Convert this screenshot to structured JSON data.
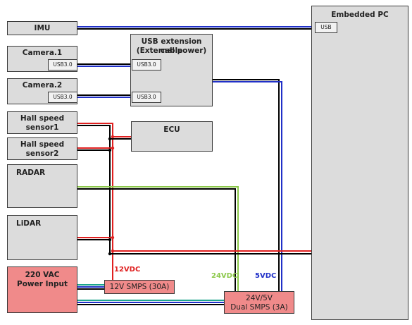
{
  "embedded_pc": {
    "title": "Embedded PC",
    "port": "USB"
  },
  "imu": {
    "title": "IMU"
  },
  "camera1": {
    "title": "Camera.1",
    "port": "USB3.0"
  },
  "camera2": {
    "title": "Camera.2",
    "port": "USB3.0"
  },
  "usb_ext": {
    "title_line1": "USB extension cable",
    "title_line2": "(External power)",
    "port1": "USB3.0",
    "port2": "USB3.0"
  },
  "hall1": {
    "line1": "Hall speed",
    "line2": "sensor1"
  },
  "hall2": {
    "line1": "Hall speed",
    "line2": "sensor2"
  },
  "ecu": {
    "title": "ECU"
  },
  "radar": {
    "title": "RADAR"
  },
  "lidar": {
    "title": "LiDAR"
  },
  "power": {
    "line1": "220 VAC",
    "line2": "Power Input"
  },
  "smps12": {
    "title": "12V SMPS (30A)"
  },
  "smps_dual": {
    "line1": "24V/5V",
    "line2": "Dual SMPS (3A)"
  },
  "labels": {
    "v12": "12VDC",
    "v24": "24VDC",
    "v5": "5VDC"
  },
  "colors": {
    "red": "#e02020",
    "blue": "#2030c8",
    "black": "#000000",
    "green": "#8cc84a",
    "teal": "#1aa58c",
    "pink": "#f08a8a"
  }
}
